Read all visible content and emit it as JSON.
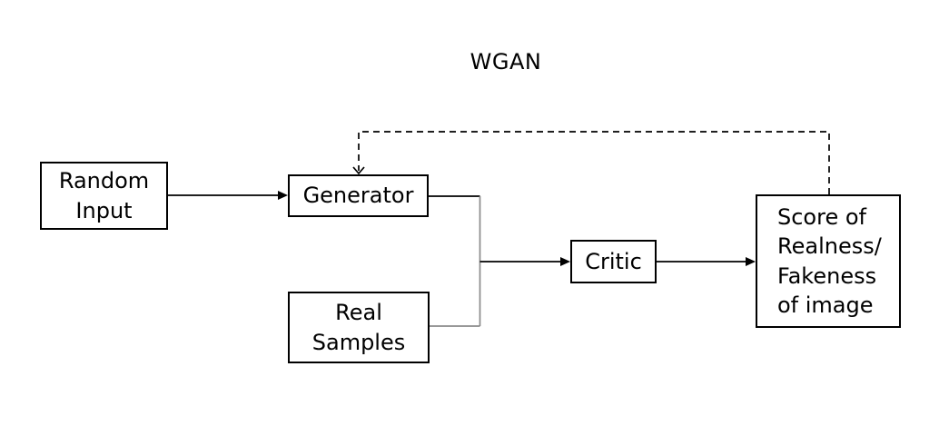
{
  "title": "WGAN",
  "colors": {
    "background": "#ffffff",
    "box_fill": "#ffffff",
    "box_border": "#000000",
    "text": "#000000",
    "connector_black": "#000000",
    "connector_gray": "#8a8a8a",
    "feedback_dashed": "#000000"
  },
  "nodes": {
    "random_input": {
      "label": "Random\nInput"
    },
    "generator": {
      "label": "Generator"
    },
    "real_samples": {
      "label": "Real\nSamples"
    },
    "critic": {
      "label": "Critic"
    },
    "score": {
      "label": "Score of\nRealness/\nFakeness\nof image"
    }
  },
  "edges": [
    {
      "from": "random_input",
      "to": "generator",
      "style": "solid-arrow"
    },
    {
      "from": "generator",
      "to": "merge-junction",
      "style": "solid-line"
    },
    {
      "from": "real_samples",
      "to": "merge-junction",
      "style": "solid-line"
    },
    {
      "from": "merge-junction",
      "to": "critic",
      "style": "solid-arrow"
    },
    {
      "from": "critic",
      "to": "score",
      "style": "solid-arrow"
    },
    {
      "from": "score",
      "to": "generator",
      "style": "dashed-arrow"
    }
  ]
}
